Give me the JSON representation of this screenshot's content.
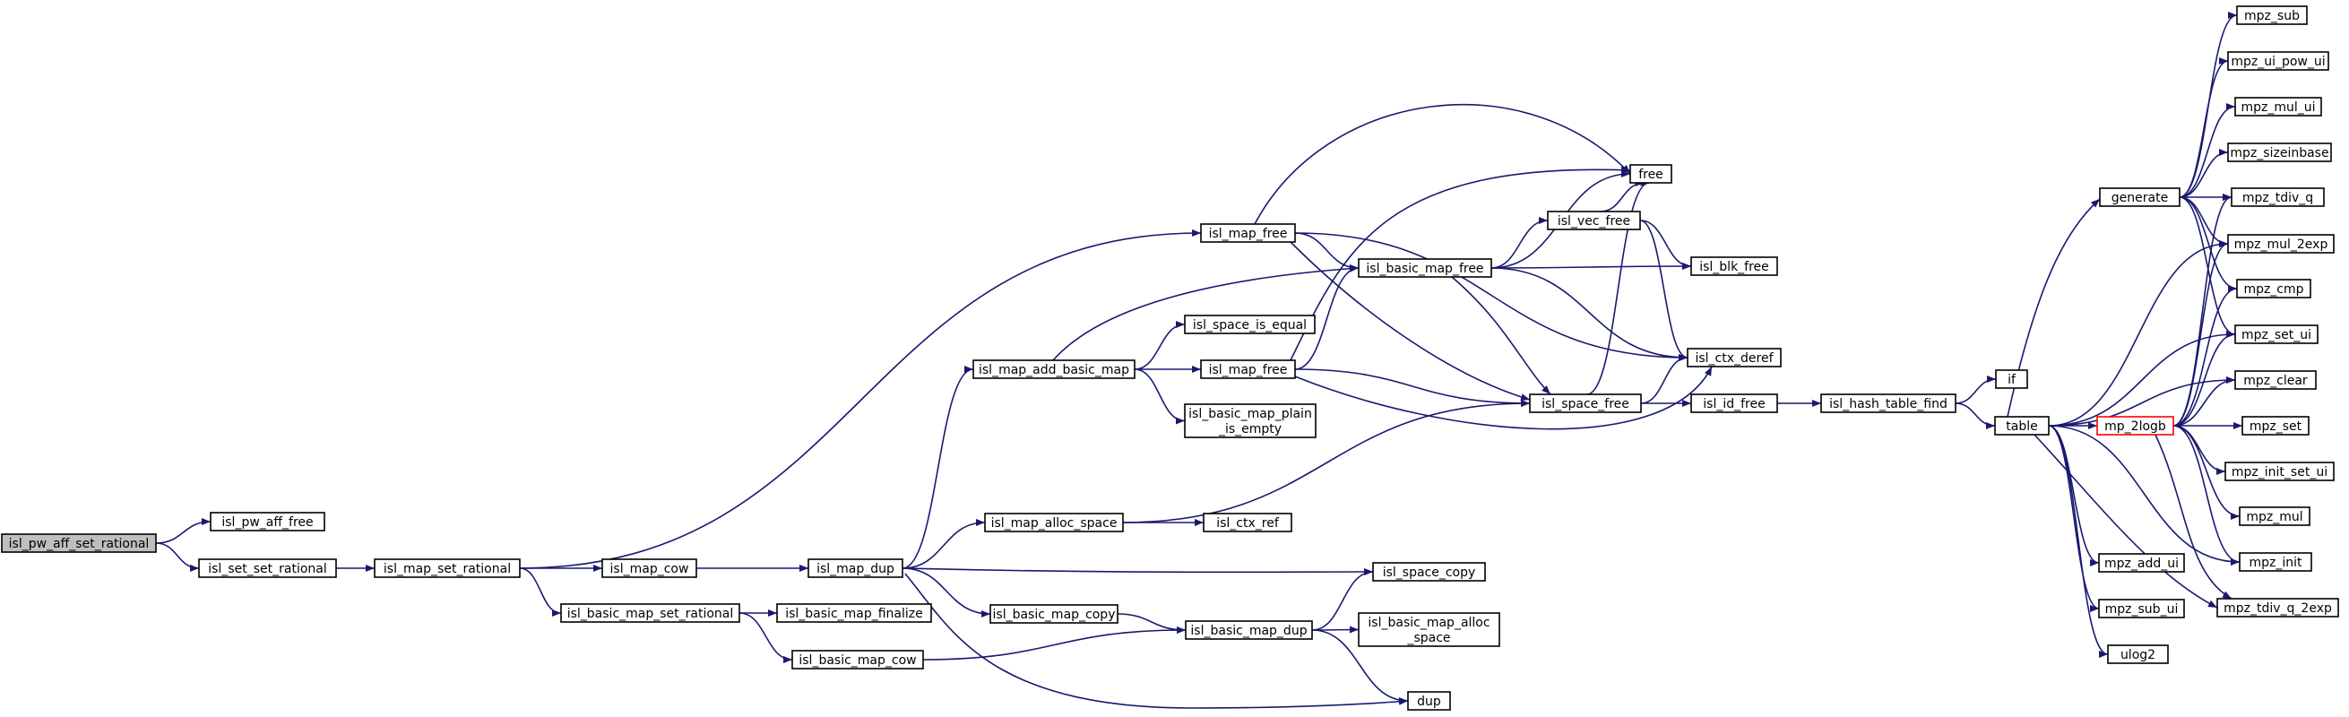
{
  "diagram": {
    "colors": {
      "edge": "#191970",
      "node_border": "#000000",
      "root_fill": "#bfbfbf",
      "truncated_border": "#ff0000"
    },
    "nodes": [
      {
        "id": "n_root",
        "lines": [
          "isl_pw_aff_set_rational"
        ],
        "root": true
      },
      {
        "id": "n_pw_aff_free",
        "lines": [
          "isl_pw_aff_free"
        ]
      },
      {
        "id": "n_set_set_rational",
        "lines": [
          "isl_set_set_rational"
        ]
      },
      {
        "id": "n_map_set_rational",
        "lines": [
          "isl_map_set_rational"
        ]
      },
      {
        "id": "n_map_free_top",
        "lines": [
          "isl_map_free"
        ]
      },
      {
        "id": "n_map_cow",
        "lines": [
          "isl_map_cow"
        ]
      },
      {
        "id": "n_bmap_set_rational",
        "lines": [
          "isl_basic_map_set_rational"
        ]
      },
      {
        "id": "n_map_dup",
        "lines": [
          "isl_map_dup"
        ]
      },
      {
        "id": "n_map_add_basic_map",
        "lines": [
          "isl_map_add_basic_map"
        ]
      },
      {
        "id": "n_map_alloc_space",
        "lines": [
          "isl_map_alloc_space"
        ]
      },
      {
        "id": "n_bmap_copy",
        "lines": [
          "isl_basic_map_copy"
        ]
      },
      {
        "id": "n_bmap_finalize",
        "lines": [
          "isl_basic_map_finalize"
        ]
      },
      {
        "id": "n_bmap_cow",
        "lines": [
          "isl_basic_map_cow"
        ]
      },
      {
        "id": "n_space_is_equal",
        "lines": [
          "isl_space_is_equal"
        ]
      },
      {
        "id": "n_map_free_mid",
        "lines": [
          "isl_map_free"
        ]
      },
      {
        "id": "n_bmap_plain_is_empty",
        "lines": [
          "isl_basic_map_plain",
          "_is_empty"
        ]
      },
      {
        "id": "n_ctx_ref",
        "lines": [
          "isl_ctx_ref"
        ]
      },
      {
        "id": "n_bmap_dup",
        "lines": [
          "isl_basic_map_dup"
        ]
      },
      {
        "id": "n_space_copy",
        "lines": [
          "isl_space_copy"
        ]
      },
      {
        "id": "n_bmap_alloc_space",
        "lines": [
          "isl_basic_map_alloc",
          "_space"
        ]
      },
      {
        "id": "n_dup",
        "lines": [
          "dup"
        ]
      },
      {
        "id": "n_bmap_free",
        "lines": [
          "isl_basic_map_free"
        ]
      },
      {
        "id": "n_free",
        "lines": [
          "free"
        ]
      },
      {
        "id": "n_vec_free",
        "lines": [
          "isl_vec_free"
        ]
      },
      {
        "id": "n_blk_free",
        "lines": [
          "isl_blk_free"
        ]
      },
      {
        "id": "n_ctx_deref",
        "lines": [
          "isl_ctx_deref"
        ]
      },
      {
        "id": "n_space_free",
        "lines": [
          "isl_space_free"
        ]
      },
      {
        "id": "n_id_free",
        "lines": [
          "isl_id_free"
        ]
      },
      {
        "id": "n_hash_table_find",
        "lines": [
          "isl_hash_table_find"
        ]
      },
      {
        "id": "n_if",
        "lines": [
          "if"
        ]
      },
      {
        "id": "n_table",
        "lines": [
          "table"
        ]
      },
      {
        "id": "n_generate",
        "lines": [
          "generate"
        ]
      },
      {
        "id": "n_mp_2logb",
        "lines": [
          "mp_2logb"
        ],
        "truncated": true
      },
      {
        "id": "n_mpz_add_ui",
        "lines": [
          "mpz_add_ui"
        ]
      },
      {
        "id": "n_mpz_sub_ui",
        "lines": [
          "mpz_sub_ui"
        ]
      },
      {
        "id": "n_ulog2",
        "lines": [
          "ulog2"
        ]
      },
      {
        "id": "n_mpz_sub",
        "lines": [
          "mpz_sub"
        ]
      },
      {
        "id": "n_mpz_ui_pow_ui",
        "lines": [
          "mpz_ui_pow_ui"
        ]
      },
      {
        "id": "n_mpz_mul_ui",
        "lines": [
          "mpz_mul_ui"
        ]
      },
      {
        "id": "n_mpz_sizeinbase",
        "lines": [
          "mpz_sizeinbase"
        ]
      },
      {
        "id": "n_mpz_tdiv_q",
        "lines": [
          "mpz_tdiv_q"
        ]
      },
      {
        "id": "n_mpz_mul_2exp",
        "lines": [
          "mpz_mul_2exp"
        ]
      },
      {
        "id": "n_mpz_cmp",
        "lines": [
          "mpz_cmp"
        ]
      },
      {
        "id": "n_mpz_set_ui",
        "lines": [
          "mpz_set_ui"
        ]
      },
      {
        "id": "n_mpz_clear",
        "lines": [
          "mpz_clear"
        ]
      },
      {
        "id": "n_mpz_set",
        "lines": [
          "mpz_set"
        ]
      },
      {
        "id": "n_mpz_init_set_ui",
        "lines": [
          "mpz_init_set_ui"
        ]
      },
      {
        "id": "n_mpz_mul",
        "lines": [
          "mpz_mul"
        ]
      },
      {
        "id": "n_mpz_init",
        "lines": [
          "mpz_init"
        ]
      },
      {
        "id": "n_mpz_tdiv_q_2exp",
        "lines": [
          "mpz_tdiv_q_2exp"
        ]
      }
    ],
    "edges": [
      [
        "n_root",
        "n_pw_aff_free"
      ],
      [
        "n_root",
        "n_set_set_rational"
      ],
      [
        "n_set_set_rational",
        "n_map_set_rational"
      ],
      [
        "n_map_set_rational",
        "n_map_free_top"
      ],
      [
        "n_map_set_rational",
        "n_map_cow"
      ],
      [
        "n_map_set_rational",
        "n_bmap_set_rational"
      ],
      [
        "n_map_cow",
        "n_map_dup"
      ],
      [
        "n_bmap_set_rational",
        "n_bmap_finalize"
      ],
      [
        "n_bmap_set_rational",
        "n_bmap_cow"
      ],
      [
        "n_map_dup",
        "n_map_add_basic_map"
      ],
      [
        "n_map_dup",
        "n_map_alloc_space"
      ],
      [
        "n_map_dup",
        "n_space_copy"
      ],
      [
        "n_map_dup",
        "n_bmap_copy"
      ],
      [
        "n_map_dup",
        "n_dup"
      ],
      [
        "n_map_add_basic_map",
        "n_bmap_free"
      ],
      [
        "n_map_add_basic_map",
        "n_space_is_equal"
      ],
      [
        "n_map_add_basic_map",
        "n_map_free_mid"
      ],
      [
        "n_map_add_basic_map",
        "n_bmap_plain_is_empty"
      ],
      [
        "n_map_alloc_space",
        "n_space_free"
      ],
      [
        "n_map_alloc_space",
        "n_ctx_ref"
      ],
      [
        "n_bmap_copy",
        "n_bmap_dup"
      ],
      [
        "n_bmap_cow",
        "n_bmap_dup"
      ],
      [
        "n_bmap_dup",
        "n_space_copy"
      ],
      [
        "n_bmap_dup",
        "n_bmap_alloc_space"
      ],
      [
        "n_bmap_dup",
        "n_dup"
      ],
      [
        "n_map_free_top",
        "n_free"
      ],
      [
        "n_map_free_top",
        "n_bmap_free"
      ],
      [
        "n_map_free_top",
        "n_ctx_deref"
      ],
      [
        "n_map_free_top",
        "n_space_free"
      ],
      [
        "n_map_free_mid",
        "n_free"
      ],
      [
        "n_map_free_mid",
        "n_bmap_free"
      ],
      [
        "n_map_free_mid",
        "n_space_free"
      ],
      [
        "n_map_free_mid",
        "n_ctx_deref"
      ],
      [
        "n_bmap_free",
        "n_free"
      ],
      [
        "n_bmap_free",
        "n_vec_free"
      ],
      [
        "n_bmap_free",
        "n_blk_free"
      ],
      [
        "n_bmap_free",
        "n_ctx_deref"
      ],
      [
        "n_bmap_free",
        "n_space_free"
      ],
      [
        "n_vec_free",
        "n_free"
      ],
      [
        "n_vec_free",
        "n_blk_free"
      ],
      [
        "n_vec_free",
        "n_ctx_deref"
      ],
      [
        "n_space_free",
        "n_free"
      ],
      [
        "n_space_free",
        "n_ctx_deref"
      ],
      [
        "n_space_free",
        "n_id_free"
      ],
      [
        "n_id_free",
        "n_hash_table_find"
      ],
      [
        "n_hash_table_find",
        "n_if"
      ],
      [
        "n_hash_table_find",
        "n_table"
      ],
      [
        "n_table",
        "n_generate"
      ],
      [
        "n_table",
        "n_mp_2logb"
      ],
      [
        "n_table",
        "n_mpz_add_ui"
      ],
      [
        "n_table",
        "n_mpz_sub_ui"
      ],
      [
        "n_table",
        "n_ulog2"
      ],
      [
        "n_table",
        "n_mpz_set_ui"
      ],
      [
        "n_table",
        "n_mpz_clear"
      ],
      [
        "n_table",
        "n_mpz_init"
      ],
      [
        "n_table",
        "n_mpz_tdiv_q_2exp"
      ],
      [
        "n_table",
        "n_mpz_mul_2exp"
      ],
      [
        "n_generate",
        "n_mpz_sub"
      ],
      [
        "n_generate",
        "n_mpz_ui_pow_ui"
      ],
      [
        "n_generate",
        "n_mpz_mul_ui"
      ],
      [
        "n_generate",
        "n_mpz_sizeinbase"
      ],
      [
        "n_generate",
        "n_mpz_tdiv_q"
      ],
      [
        "n_generate",
        "n_mpz_mul_2exp"
      ],
      [
        "n_generate",
        "n_mpz_cmp"
      ],
      [
        "n_generate",
        "n_mpz_set_ui"
      ],
      [
        "n_mp_2logb",
        "n_mpz_tdiv_q"
      ],
      [
        "n_mp_2logb",
        "n_mpz_mul_2exp"
      ],
      [
        "n_mp_2logb",
        "n_mpz_cmp"
      ],
      [
        "n_mp_2logb",
        "n_mpz_set_ui"
      ],
      [
        "n_mp_2logb",
        "n_mpz_clear"
      ],
      [
        "n_mp_2logb",
        "n_mpz_set"
      ],
      [
        "n_mp_2logb",
        "n_mpz_init_set_ui"
      ],
      [
        "n_mp_2logb",
        "n_mpz_mul"
      ],
      [
        "n_mp_2logb",
        "n_mpz_init"
      ],
      [
        "n_mp_2logb",
        "n_mpz_tdiv_q_2exp"
      ]
    ]
  }
}
